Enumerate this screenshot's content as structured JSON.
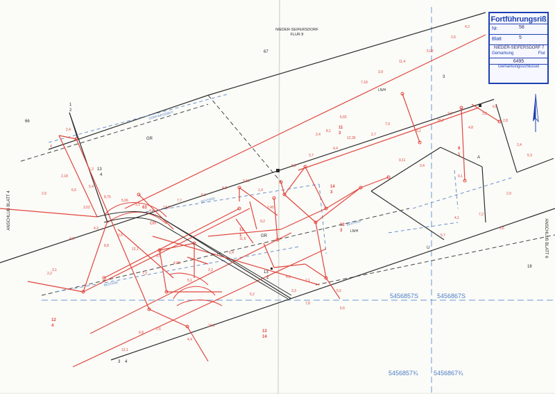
{
  "stamp": {
    "title": "Fortführungsriß",
    "nr_label": "Nr.",
    "nr_value": "58",
    "blatt_label": "Blatt",
    "blatt_value": "5",
    "gemarkung_value": "NIEDER-SEIFERSDORF 7",
    "gemarkung_label": "Gemarkung",
    "flur_label": "Flur",
    "key_value": "6495",
    "key_label": "Gemarkungsschlüssel"
  },
  "header": {
    "place": "NIEDER-SEIFERSDORF",
    "flur": "FLUR 8"
  },
  "margins": {
    "left": "ANSCHLUß BLATT 4",
    "right": "ANSCHLUß BLATT 6"
  },
  "grid_coords": {
    "x_left": "5456857S",
    "x_right": "5456867S",
    "y_bottom_left": "5456857¾",
    "y_bottom_right": "5456867¾"
  },
  "parcels": {
    "p67": "67",
    "p66": "66",
    "gr1": "GR",
    "gr2": "GR",
    "gr3": "GR",
    "lnh1": "LN/H",
    "lnh2": "LN/H"
  },
  "colors": {
    "stamp_blue": "#1d3fb0",
    "survey_red": "#e0463c",
    "existing_black": "#2a2a2a",
    "grid_blue": "#5a86c4"
  },
  "icons": {
    "north_arrow": "north-arrow-icon"
  }
}
